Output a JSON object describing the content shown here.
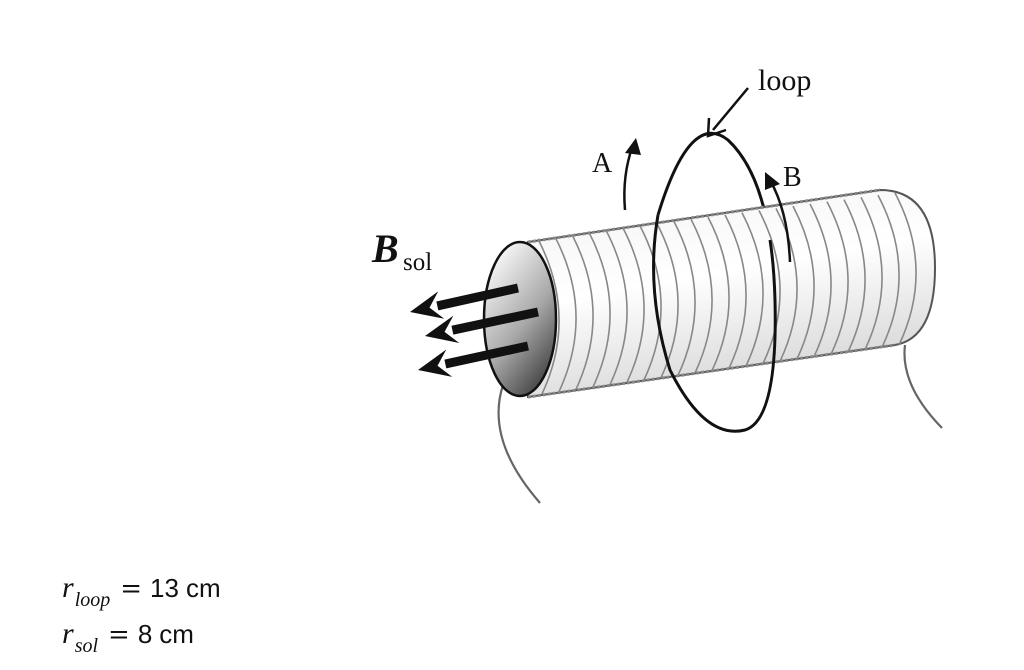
{
  "diagram": {
    "labels": {
      "loop": "loop",
      "arrow_a": "A",
      "arrow_b": "B",
      "field_symbol": "B",
      "field_subscript": "sol"
    },
    "solenoid_turns": 22,
    "field_arrows": 3
  },
  "formulas": [
    {
      "var": "r",
      "sub": "loop",
      "eq": "=",
      "value": "13",
      "unit": "cm"
    },
    {
      "var": "r",
      "sub": "sol",
      "eq": "=",
      "value": "8",
      "unit": "cm"
    }
  ],
  "colors": {
    "line": "#111111",
    "wire": "#666666",
    "coil": "#888888"
  }
}
